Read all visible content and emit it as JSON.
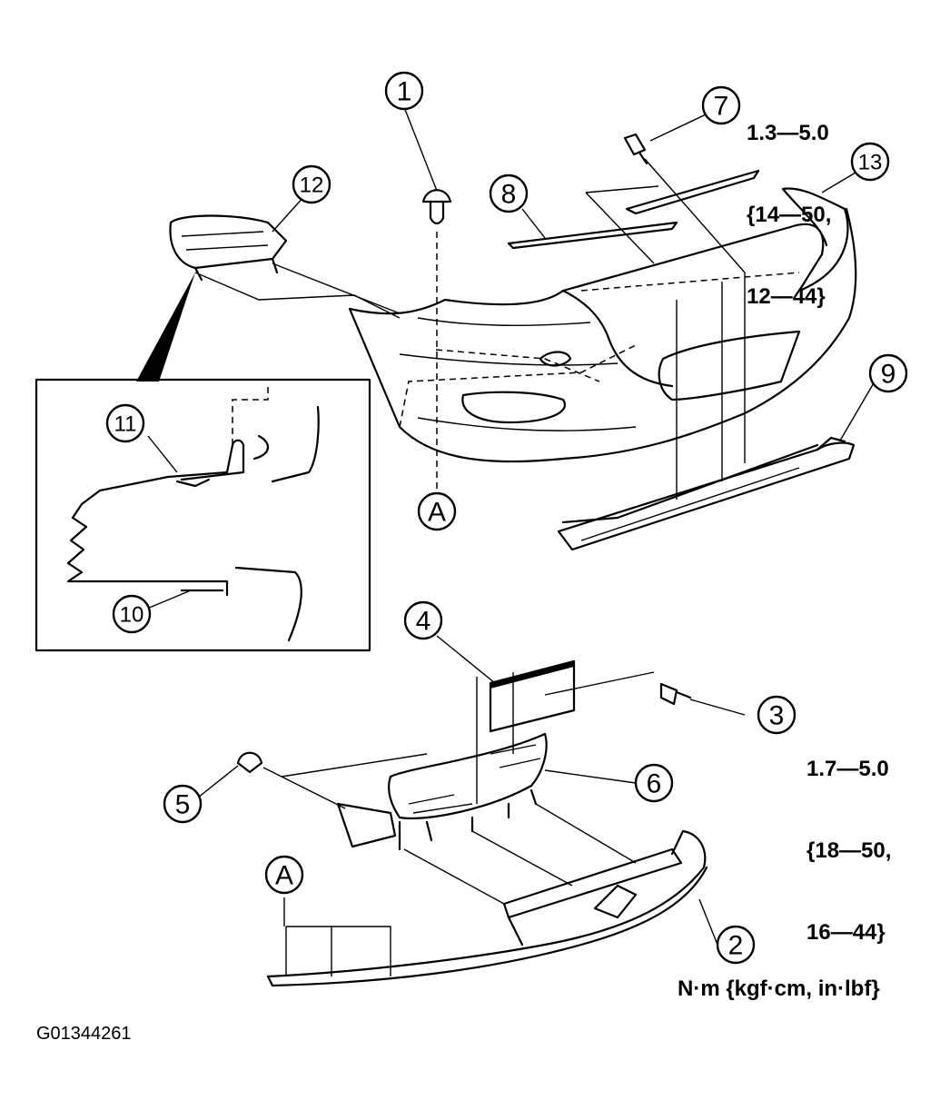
{
  "callouts": [
    "1",
    "2",
    "3",
    "4",
    "5",
    "6",
    "7",
    "8",
    "9",
    "10",
    "11",
    "12",
    "13",
    "A",
    "A"
  ],
  "torque_7": {
    "line1": "1.3—5.0",
    "line2": "{14—50,",
    "line3": "12—44}"
  },
  "torque_3": {
    "line1": "1.7—5.0",
    "line2": "{18—50,",
    "line3": "16—44}"
  },
  "unit_legend": "N·m {kgf·cm, in·lbf}",
  "figure_code": "G01344261"
}
